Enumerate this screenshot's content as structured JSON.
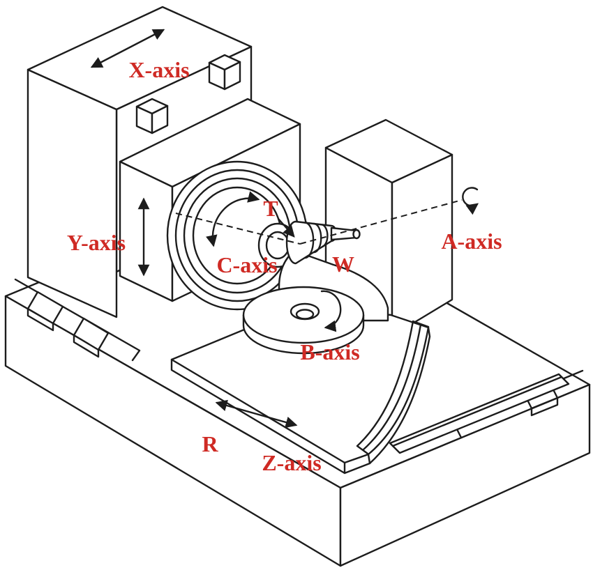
{
  "diagram": {
    "colors": {
      "line": "#1c1c1c",
      "label": "#cf2a24",
      "background": "#ffffff"
    },
    "labels": {
      "x_axis": "X-axis",
      "y_axis": "Y-axis",
      "c_axis": "C-axis",
      "a_axis": "A-axis",
      "b_axis": "B-axis",
      "z_axis": "Z-axis",
      "tool": "T",
      "workpiece": "W",
      "radius": "R"
    }
  }
}
